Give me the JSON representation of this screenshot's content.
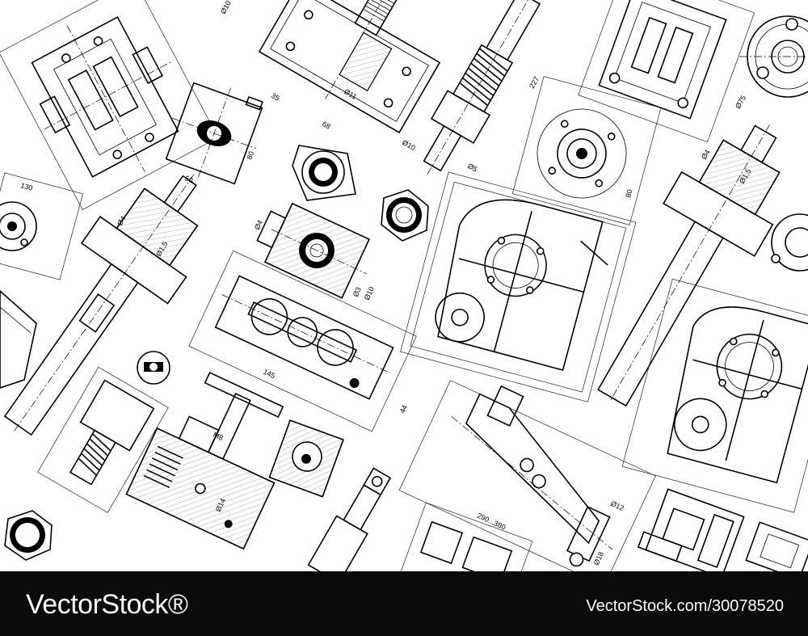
{
  "dimensions": {
    "d1": "Ø10",
    "d2": "35",
    "d3": "68",
    "d4": "Ø11",
    "d5": "227",
    "d6": "Ø10",
    "d7": "Ø5",
    "d8": "Ø75",
    "d9": "Ø4",
    "d10": "Ø1,5",
    "d11": "80",
    "d12": "50",
    "d13": "Ø4",
    "d14": "Ø1,5",
    "d15": "Ø4",
    "d16": "Ø3",
    "d17": "Ø10",
    "d18": "145",
    "d19": "44",
    "d20": "M8",
    "d21": "Ø14",
    "d22": "Ø12",
    "d23": "290...380",
    "d24": "Ø18",
    "d25": "130",
    "d26": "80"
  },
  "footer": {
    "brand": "VectorStock®",
    "image_id": "VectorStock.com/30078520"
  },
  "colors": {
    "background": "#ffffff",
    "ink": "#000000",
    "footer": "#0b0b0b",
    "footer_text": "#ffffff"
  }
}
